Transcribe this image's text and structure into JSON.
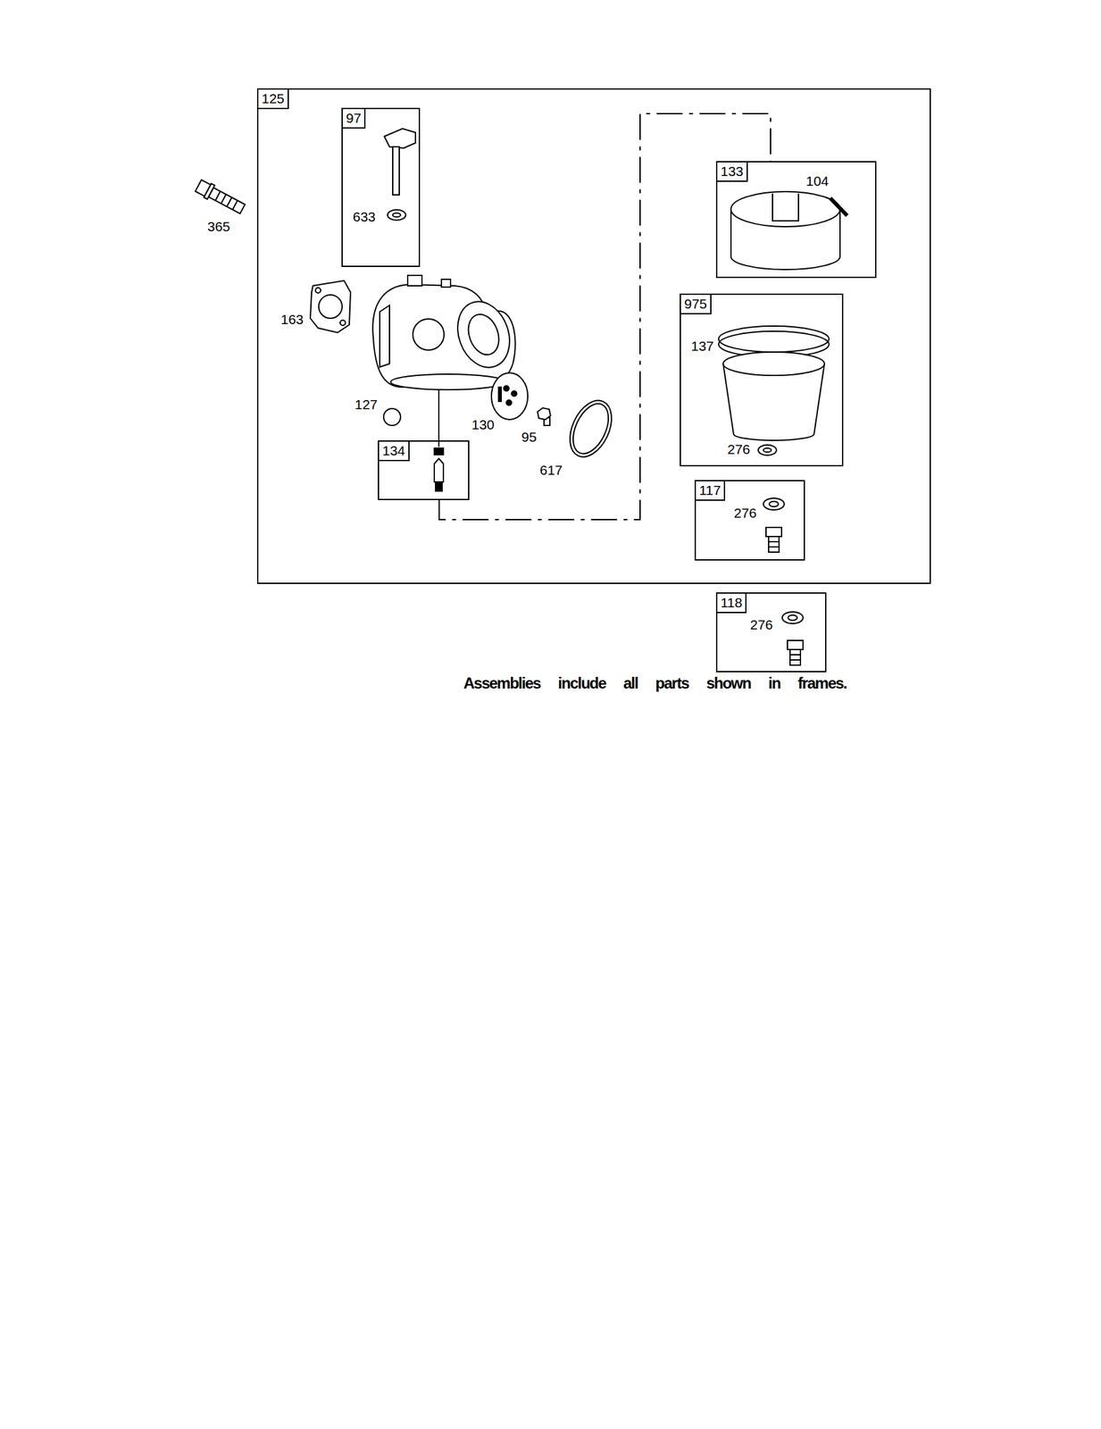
{
  "diagram": {
    "caption": "Assemblies include all parts shown in frames.",
    "nodes": [
      {
        "text": [
          "125",
          "163",
          "127",
          "130",
          "95",
          "617"
        ]
      },
      {
        "text": [
          "97",
          "633"
        ],
        "in": 0
      },
      {
        "text": [
          "133",
          "104"
        ],
        "in": 0
      },
      {
        "text": [
          "975",
          "137",
          "276"
        ],
        "in": 0
      },
      {
        "text": [
          "134"
        ],
        "in": 0
      },
      {
        "text": [
          "117",
          "276"
        ],
        "in": 0
      },
      {
        "text": [
          "118",
          "276"
        ]
      }
    ],
    "edges": [
      {
        "from": 4,
        "to": 2,
        "arrow": "none"
      }
    ],
    "labels": [
      "365"
    ]
  }
}
